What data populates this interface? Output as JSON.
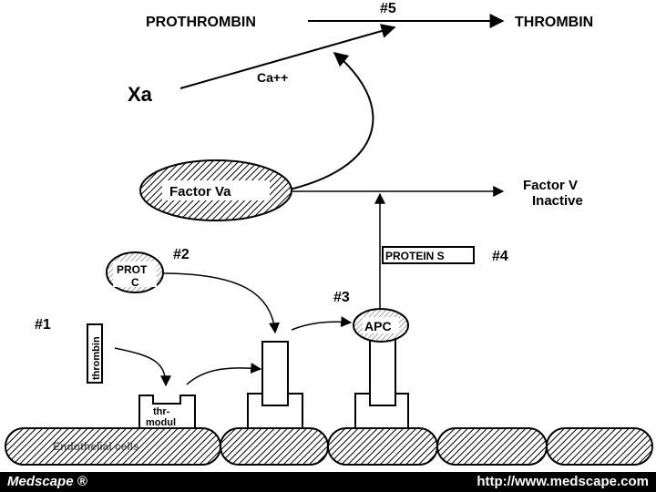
{
  "diagram": {
    "prothrombin": "PROTHROMBIN",
    "thrombin": "THROMBIN",
    "step5": "#5",
    "xa": "Xa",
    "ca": "Ca++",
    "factor_va": "Factor Va",
    "factor_v": "Factor V",
    "inactive": "Inactive",
    "protein_s": "PROTEIN S",
    "step4": "#4",
    "step2": "#2",
    "prot": "PROT",
    "c": "C",
    "step3": "#3",
    "apc": "APC",
    "step1": "#1",
    "thrombin_block": "thrombin",
    "thr": "thr-",
    "modul": "modul",
    "endothelial": "Endothelial cells"
  },
  "footer": {
    "brand": "Medscape ®",
    "url": "http://www.medscape.com"
  },
  "colors": {
    "hatch": "#000000",
    "footer_bg": "#000000",
    "footer_text": "#ffffff"
  }
}
